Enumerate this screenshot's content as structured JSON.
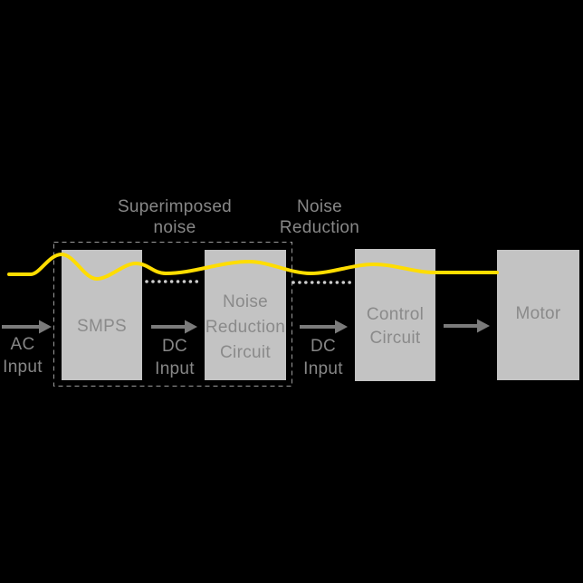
{
  "diagram": {
    "annotations": {
      "superimposed_noise": {
        "line1": "Superimposed",
        "line2": "noise"
      },
      "noise_reduction": {
        "line1": "Noise",
        "line2": "Reduction"
      }
    },
    "blocks": [
      {
        "id": "smps",
        "lines": [
          "SMPS"
        ]
      },
      {
        "id": "noise-reduction-circuit",
        "lines": [
          "Noise",
          "Reduction",
          "Circuit"
        ]
      },
      {
        "id": "control-circuit",
        "lines": [
          "Control",
          "Circuit"
        ]
      },
      {
        "id": "motor",
        "lines": [
          "Motor"
        ]
      }
    ],
    "flow_labels": [
      {
        "id": "ac-input",
        "line1": "AC",
        "line2": "Input"
      },
      {
        "id": "dc-input-smps",
        "line1": "DC",
        "line2": "Input"
      },
      {
        "id": "dc-input-control",
        "line1": "DC",
        "line2": "Input"
      }
    ],
    "colors": {
      "background": "#000000",
      "box_fill": "#c3c3c3",
      "box_text": "#8a8a8a",
      "label_text": "#878787",
      "arrow": "#7b7b7b",
      "noise_wave_yellow": "#ffdd00",
      "dotted_line": "#cdcdcd",
      "dashed_border": "#9b9b9b"
    }
  }
}
